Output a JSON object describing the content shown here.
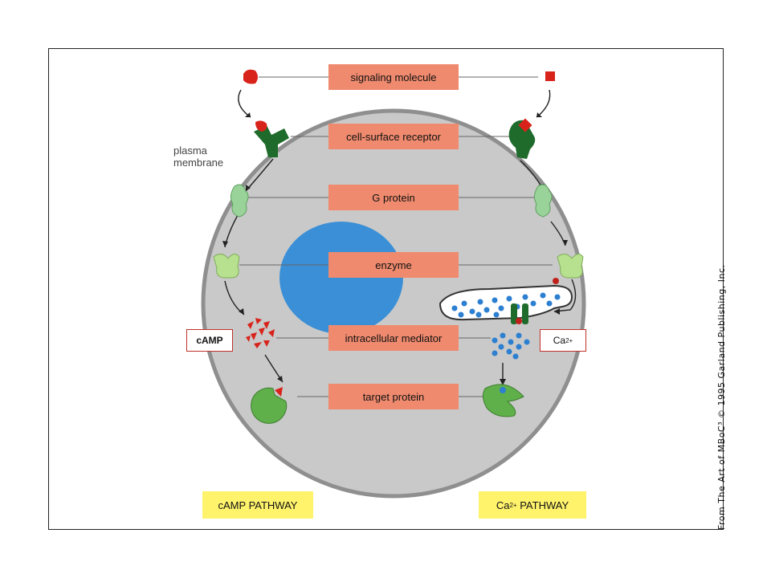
{
  "steps": {
    "signaling_molecule": "signaling molecule",
    "receptor": "cell-surface receptor",
    "g_protein": "G protein",
    "enzyme": "enzyme",
    "mediator": "intracellular mediator",
    "target": "target protein"
  },
  "labels": {
    "plasma_line1": "plasma",
    "plasma_line2": "membrane",
    "camp": "cAMP",
    "ca_base": "Ca",
    "ca_sup": "2+"
  },
  "pathways": {
    "camp": "cAMP PATHWAY",
    "ca_base": "Ca",
    "ca_sup": "2+",
    "ca_rest": " PATHWAY"
  },
  "credit": "From The Art of MBoC³ © 1995 Garland Publishing, Inc.",
  "colors": {
    "cell": "#c9c9c9",
    "nucleus": "#3a8fd6",
    "step_box": "#ef8a6e",
    "pathway_box": "#fff36c",
    "receptor_dark": "#1f6b2b",
    "protein_light": "#9ad39a"
  }
}
